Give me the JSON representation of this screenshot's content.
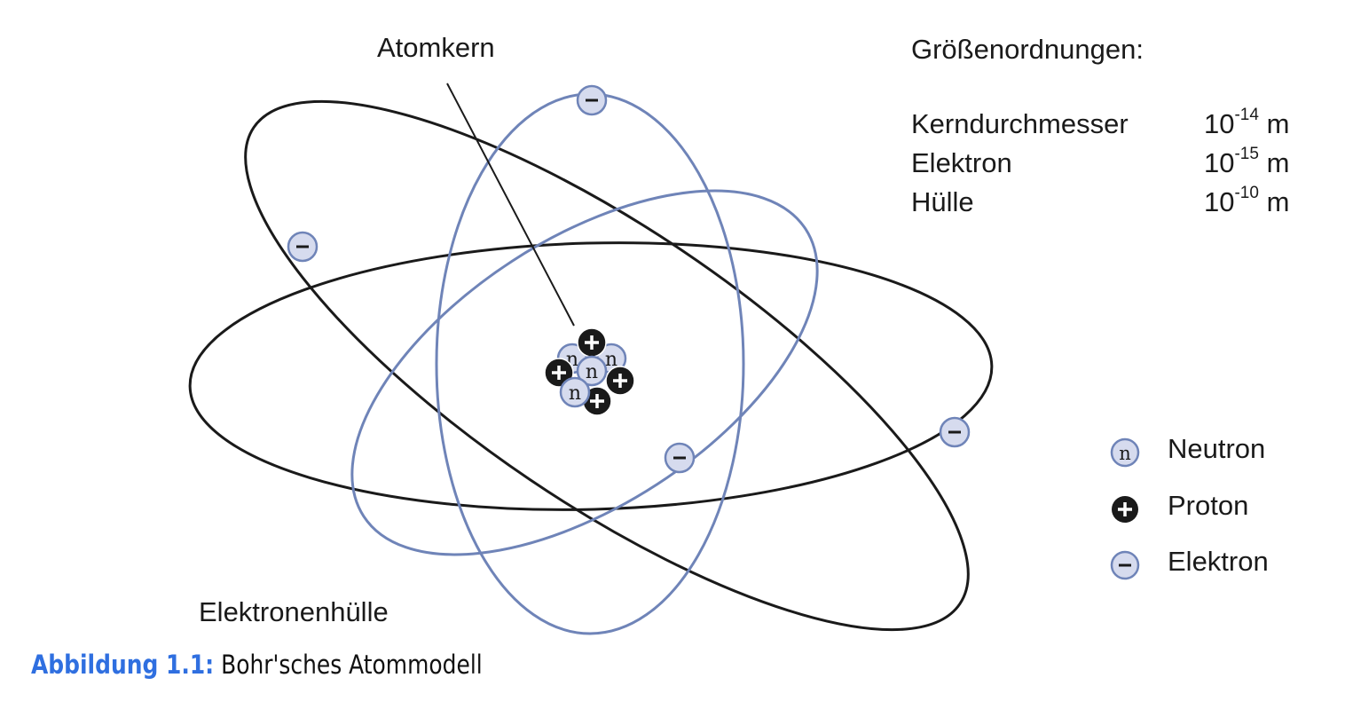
{
  "labels": {
    "nucleus": "Atomkern",
    "shell": "Elektronenhülle"
  },
  "sizes": {
    "title": "Größenordnungen:",
    "rows": [
      {
        "name": "Kerndurchmesser",
        "mantissa": "10",
        "exponent": "-14",
        "unit": "m"
      },
      {
        "name": "Elektron",
        "mantissa": "10",
        "exponent": "-15",
        "unit": "m"
      },
      {
        "name": "Hülle",
        "mantissa": "10",
        "exponent": "-10",
        "unit": "m"
      }
    ]
  },
  "legend": [
    {
      "symbol": "n",
      "label": "Neutron",
      "icon": "neutron-icon"
    },
    {
      "symbol": "+",
      "label": "Proton",
      "icon": "proton-icon"
    },
    {
      "symbol": "−",
      "label": "Elektron",
      "icon": "electron-icon"
    }
  ],
  "caption": {
    "label": "Abbildung 1.1:",
    "text": "Bohr'sches Atommodell"
  },
  "colors": {
    "orbit_black": "#1a1a1a",
    "orbit_blue": "#6f84b8",
    "particle_light_fill": "#d6dbee",
    "particle_dark_fill": "#1a1a1a",
    "caption_accent": "#2f6fe0"
  }
}
